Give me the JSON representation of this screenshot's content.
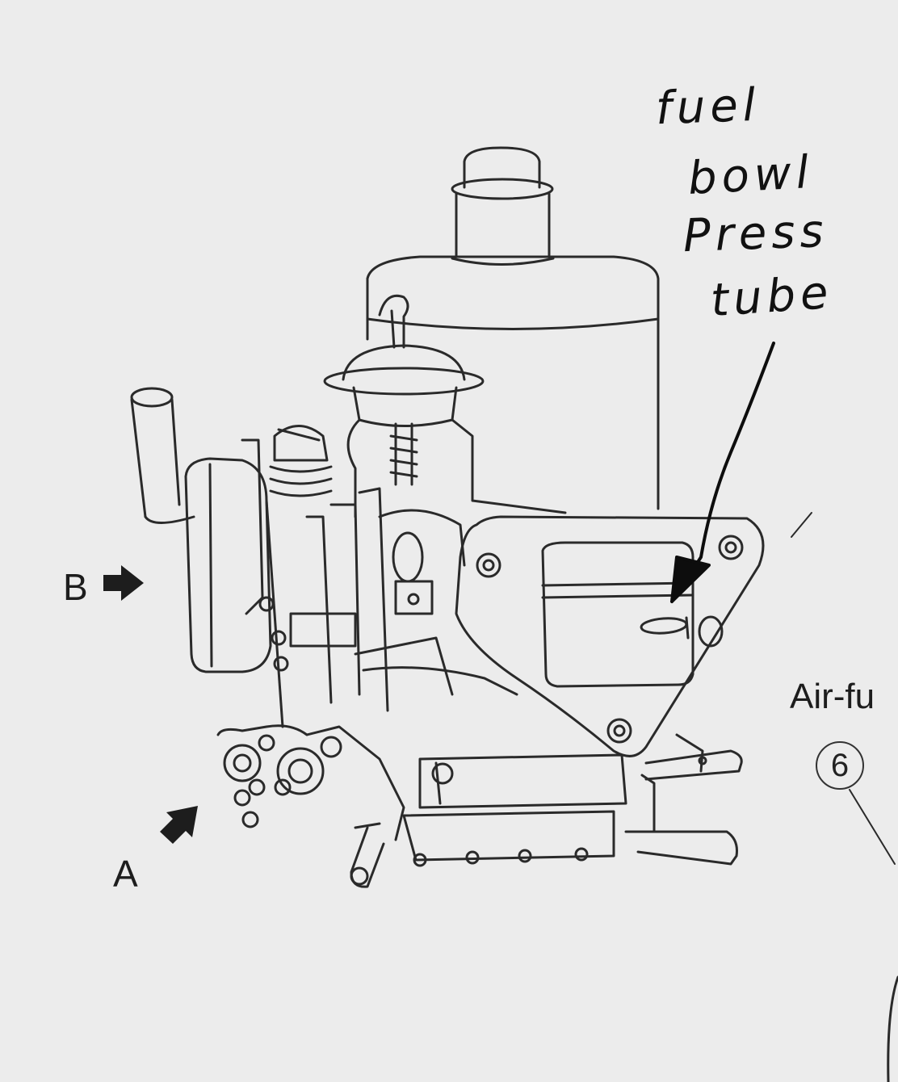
{
  "labels": {
    "b": "B",
    "a": "A",
    "air_fuel": "Air-fu",
    "callout_number": "6"
  },
  "handwritten_note": {
    "line1": "fuel",
    "line2": "bowl",
    "line3": "Press",
    "line4": "tube"
  },
  "colors": {
    "background": "#ececec",
    "ink": "#1d1d1d"
  }
}
